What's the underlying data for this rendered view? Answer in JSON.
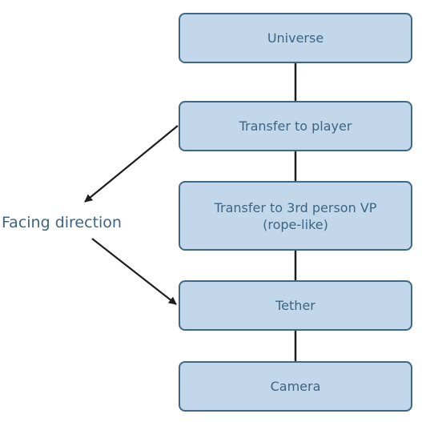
{
  "nodes": {
    "universe": "Universe",
    "player": "Transfer to player",
    "vp_line1": "Transfer to 3rd person VP",
    "vp_line2": "(rope-like)",
    "tether": "Tether",
    "camera": "Camera"
  },
  "side_label": "Facing direction",
  "colors": {
    "node_fill": "#c2d8ea",
    "node_border": "#3f6886",
    "text": "#3e6482",
    "connector": "#1e1e1e"
  }
}
